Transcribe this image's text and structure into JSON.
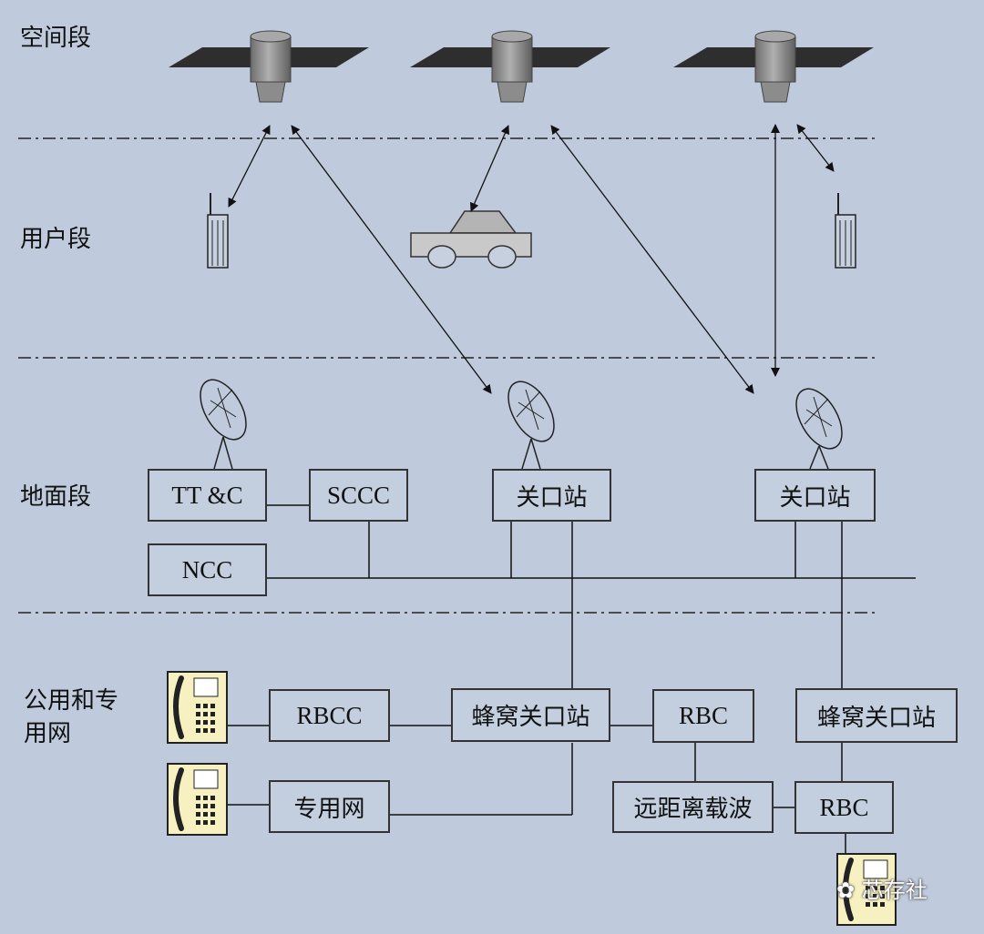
{
  "segments": {
    "space": "空间段",
    "user": "用户段",
    "ground": "地面段",
    "public_line1": "公用和专",
    "public_line2": "用网"
  },
  "ground_nodes": {
    "ttc": "TT &C",
    "sccc": "SCCC",
    "gateway1": "关口站",
    "gateway2": "关口站",
    "ncc": "NCC"
  },
  "network_nodes": {
    "rbcc": "RBCC",
    "cellular_gateway1": "蜂窝关口站",
    "rbc1": "RBC",
    "cellular_gateway2": "蜂窝关口站",
    "private_network": "专用网",
    "remote_carrier": "远距离载波",
    "rbc2": "RBC"
  },
  "watermark": "芯存社",
  "icons": {
    "satellite": "satellite-icon",
    "handheld": "handheld-phone-icon",
    "vehicle": "car-icon",
    "dish": "satellite-dish-icon",
    "desk_phone": "telephone-icon"
  },
  "colors": {
    "background": "#bfcbdc",
    "line": "#111111",
    "phone_fill": "#f7f0c0",
    "satellite_body": "#8a8a8a",
    "solar_panel": "#333333"
  }
}
